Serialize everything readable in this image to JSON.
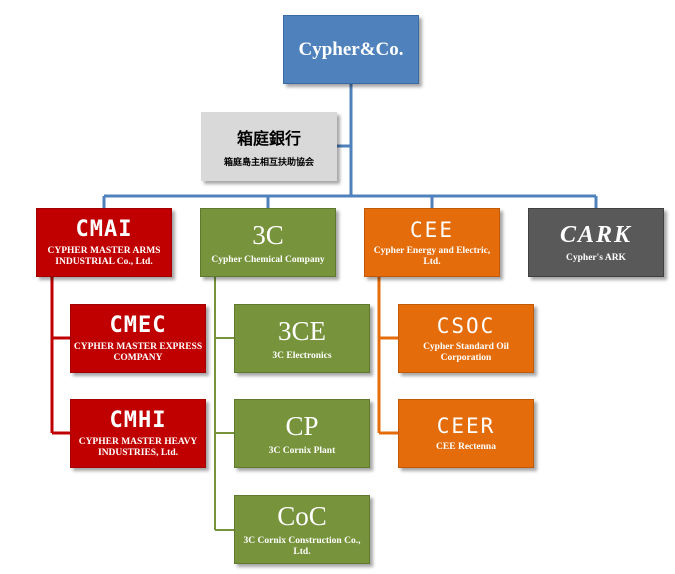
{
  "root": {
    "label": "Cypher&Co."
  },
  "bank": {
    "title": "箱庭銀行",
    "subtitle": "箱庭島主相互扶助協会"
  },
  "cmai": {
    "logo": "CMAI",
    "label": "CYPHER MASTER ARMS INDUSTRIAL Co., Ltd."
  },
  "cmec": {
    "logo": "CMEC",
    "label": "CYPHER MASTER EXPRESS COMPANY"
  },
  "cmhi": {
    "logo": "CMHI",
    "label": "CYPHER MASTER HEAVY INDUSTRIES, Ltd."
  },
  "c3": {
    "logo": "3C",
    "label": "Cypher Chemical Company"
  },
  "c3e": {
    "logo": "3CE",
    "label": "3C Electronics"
  },
  "cp": {
    "logo": "CP",
    "label": "3C Cornix Plant"
  },
  "coc": {
    "logo": "CoC",
    "label": "3C Cornix Construction Co., Ltd."
  },
  "cee": {
    "logo": "CEE",
    "label": "Cypher Energy and Electric, Ltd."
  },
  "csoc": {
    "logo": "CSOC",
    "label": "Cypher Standard Oil Corporation"
  },
  "ceer": {
    "logo": "CEER",
    "label": "CEE Rectenna"
  },
  "ark": {
    "logo": "CARK",
    "label": "Cypher's ARK"
  },
  "colors": {
    "root": "#4f81bd",
    "connector": "#4f81bd",
    "bank": "#d9d9d9",
    "red": "#c00000",
    "green": "#77933c",
    "orange": "#e46c0a",
    "gray": "#595959"
  }
}
